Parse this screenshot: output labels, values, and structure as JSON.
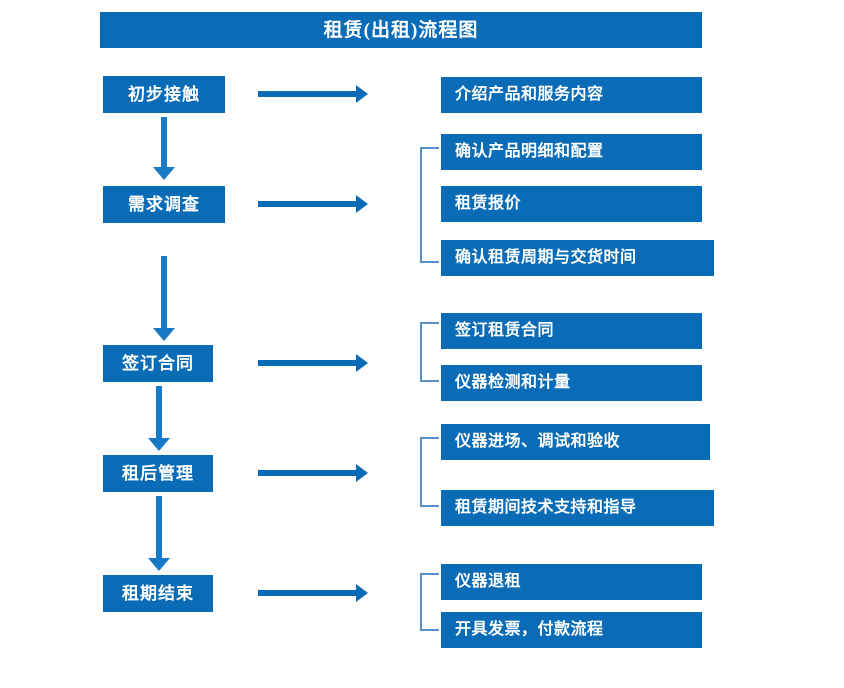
{
  "title": "租赁(出租)流程图",
  "colors": {
    "box_blue": "#0a6cb6",
    "arrow_blue": "#1879c4",
    "bracket_blue": "#5b8fc9",
    "text_white": "#ffffff",
    "background": "#ffffff"
  },
  "stages": [
    {
      "label": "初步接触"
    },
    {
      "label": "需求调查"
    },
    {
      "label": "签订合同"
    },
    {
      "label": "租后管理"
    },
    {
      "label": "租期结束"
    }
  ],
  "groups": [
    {
      "stage": "初步接触",
      "bracketed": false,
      "details": [
        {
          "label": "介绍产品和服务内容"
        }
      ]
    },
    {
      "stage": "需求调查",
      "bracketed": true,
      "details": [
        {
          "label": "确认产品明细和配置"
        },
        {
          "label": "租赁报价"
        },
        {
          "label": "确认租赁周期与交货时间"
        }
      ]
    },
    {
      "stage": "签订合同",
      "bracketed": true,
      "details": [
        {
          "label": "签订租赁合同"
        },
        {
          "label": "仪器检测和计量"
        }
      ]
    },
    {
      "stage": "租后管理",
      "bracketed": true,
      "details": [
        {
          "label": "仪器进场、调试和验收"
        },
        {
          "label": "租赁期间技术支持和指导"
        }
      ]
    },
    {
      "stage": "租期结束",
      "bracketed": true,
      "details": [
        {
          "label": "仪器退租"
        },
        {
          "label": "开具发票，付款流程"
        }
      ]
    }
  ]
}
